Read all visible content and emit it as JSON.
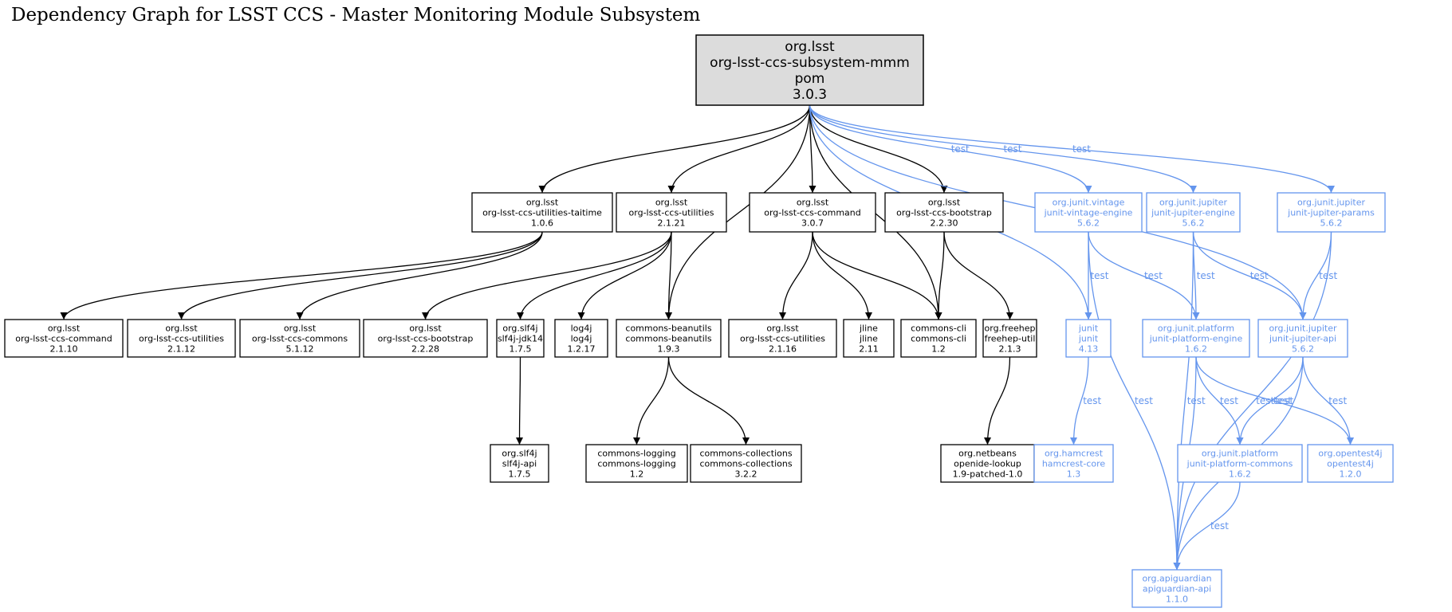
{
  "title": "Dependency Graph for LSST CCS - Master Monitoring Module Subsystem",
  "colors": {
    "compile": "#000000",
    "test": "#6495ed",
    "root_fill": "#dcdcdc"
  },
  "root": {
    "id": "root",
    "lines": [
      "org.lsst",
      "org-lsst-ccs-subsystem-mmm",
      "pom",
      "3.0.3"
    ]
  },
  "nodes": [
    {
      "id": "taitime",
      "lines": [
        "org.lsst",
        "org-lsst-ccs-utilities-taitime",
        "1.0.6"
      ]
    },
    {
      "id": "util2121",
      "lines": [
        "org.lsst",
        "org-lsst-ccs-utilities",
        "2.1.21"
      ]
    },
    {
      "id": "cmd307",
      "lines": [
        "org.lsst",
        "org-lsst-ccs-command",
        "3.0.7"
      ]
    },
    {
      "id": "boot2230",
      "lines": [
        "org.lsst",
        "org-lsst-ccs-bootstrap",
        "2.2.30"
      ]
    },
    {
      "id": "vintage",
      "test": true,
      "lines": [
        "org.junit.vintage",
        "junit-vintage-engine",
        "5.6.2"
      ]
    },
    {
      "id": "jupeng",
      "test": true,
      "lines": [
        "org.junit.jupiter",
        "junit-jupiter-engine",
        "5.6.2"
      ]
    },
    {
      "id": "jupparams",
      "test": true,
      "lines": [
        "org.junit.jupiter",
        "junit-jupiter-params",
        "5.6.2"
      ]
    },
    {
      "id": "cmd2110",
      "lines": [
        "org.lsst",
        "org-lsst-ccs-command",
        "2.1.10"
      ]
    },
    {
      "id": "util2112",
      "lines": [
        "org.lsst",
        "org-lsst-ccs-utilities",
        "2.1.12"
      ]
    },
    {
      "id": "commons5112",
      "lines": [
        "org.lsst",
        "org-lsst-ccs-commons",
        "5.1.12"
      ]
    },
    {
      "id": "boot2228",
      "lines": [
        "org.lsst",
        "org-lsst-ccs-bootstrap",
        "2.2.28"
      ]
    },
    {
      "id": "slf4jjdk",
      "lines": [
        "org.slf4j",
        "slf4j-jdk14",
        "1.7.5"
      ]
    },
    {
      "id": "log4j",
      "lines": [
        "log4j",
        "log4j",
        "1.2.17"
      ]
    },
    {
      "id": "beanutils",
      "lines": [
        "commons-beanutils",
        "commons-beanutils",
        "1.9.3"
      ]
    },
    {
      "id": "util2116",
      "lines": [
        "org.lsst",
        "org-lsst-ccs-utilities",
        "2.1.16"
      ]
    },
    {
      "id": "jline",
      "lines": [
        "jline",
        "jline",
        "2.11"
      ]
    },
    {
      "id": "cli",
      "lines": [
        "commons-cli",
        "commons-cli",
        "1.2"
      ]
    },
    {
      "id": "freehep",
      "lines": [
        "org.freehep",
        "freehep-util",
        "2.1.3"
      ]
    },
    {
      "id": "junit",
      "test": true,
      "lines": [
        "junit",
        "junit",
        "4.13"
      ]
    },
    {
      "id": "platengine",
      "test": true,
      "lines": [
        "org.junit.platform",
        "junit-platform-engine",
        "1.6.2"
      ]
    },
    {
      "id": "jupapi",
      "test": true,
      "lines": [
        "org.junit.jupiter",
        "junit-jupiter-api",
        "5.6.2"
      ]
    },
    {
      "id": "slf4japi",
      "lines": [
        "org.slf4j",
        "slf4j-api",
        "1.7.5"
      ]
    },
    {
      "id": "logging",
      "lines": [
        "commons-logging",
        "commons-logging",
        "1.2"
      ]
    },
    {
      "id": "collections",
      "lines": [
        "commons-collections",
        "commons-collections",
        "3.2.2"
      ]
    },
    {
      "id": "openide",
      "lines": [
        "org.netbeans",
        "openide-lookup",
        "1.9-patched-1.0"
      ]
    },
    {
      "id": "hamcrest",
      "test": true,
      "lines": [
        "org.hamcrest",
        "hamcrest-core",
        "1.3"
      ]
    },
    {
      "id": "platcommons",
      "test": true,
      "lines": [
        "org.junit.platform",
        "junit-platform-commons",
        "1.6.2"
      ]
    },
    {
      "id": "opentest4j",
      "test": true,
      "lines": [
        "org.opentest4j",
        "opentest4j",
        "1.2.0"
      ]
    },
    {
      "id": "apiguardian",
      "test": true,
      "lines": [
        "org.apiguardian",
        "apiguardian-api",
        "1.1.0"
      ]
    }
  ],
  "edges": [
    {
      "from": "root",
      "to": "taitime"
    },
    {
      "from": "root",
      "to": "util2121"
    },
    {
      "from": "root",
      "to": "beanutils"
    },
    {
      "from": "root",
      "to": "cmd307"
    },
    {
      "from": "root",
      "to": "cli"
    },
    {
      "from": "root",
      "to": "boot2230"
    },
    {
      "from": "root",
      "to": "junit",
      "label": "test"
    },
    {
      "from": "root",
      "to": "vintage",
      "label": "test"
    },
    {
      "from": "root",
      "to": "jupeng",
      "label": "test"
    },
    {
      "from": "root",
      "to": "jupapi",
      "label": "test"
    },
    {
      "from": "root",
      "to": "jupparams",
      "label": "test"
    },
    {
      "from": "taitime",
      "to": "cmd2110"
    },
    {
      "from": "taitime",
      "to": "util2112"
    },
    {
      "from": "taitime",
      "to": "commons5112"
    },
    {
      "from": "util2121",
      "to": "boot2228"
    },
    {
      "from": "util2121",
      "to": "slf4jjdk"
    },
    {
      "from": "util2121",
      "to": "log4j"
    },
    {
      "from": "util2121",
      "to": "beanutils"
    },
    {
      "from": "cmd307",
      "to": "util2116"
    },
    {
      "from": "cmd307",
      "to": "jline"
    },
    {
      "from": "cmd307",
      "to": "cli"
    },
    {
      "from": "boot2230",
      "to": "cli"
    },
    {
      "from": "boot2230",
      "to": "freehep"
    },
    {
      "from": "slf4jjdk",
      "to": "slf4japi"
    },
    {
      "from": "beanutils",
      "to": "logging"
    },
    {
      "from": "beanutils",
      "to": "collections"
    },
    {
      "from": "freehep",
      "to": "openide"
    },
    {
      "from": "vintage",
      "to": "junit",
      "label": "test"
    },
    {
      "from": "vintage",
      "to": "platengine",
      "label": "test"
    },
    {
      "from": "vintage",
      "to": "apiguardian",
      "label": "test"
    },
    {
      "from": "jupeng",
      "to": "platengine",
      "label": "test"
    },
    {
      "from": "jupeng",
      "to": "jupapi",
      "label": "test"
    },
    {
      "from": "jupeng",
      "to": "apiguardian",
      "label": "test"
    },
    {
      "from": "jupparams",
      "to": "jupapi",
      "label": "test"
    },
    {
      "from": "jupparams",
      "to": "apiguardian",
      "label": "test"
    },
    {
      "from": "junit",
      "to": "hamcrest",
      "label": "test"
    },
    {
      "from": "platengine",
      "to": "platcommons",
      "label": "test"
    },
    {
      "from": "platengine",
      "to": "opentest4j",
      "label": "test"
    },
    {
      "from": "platengine",
      "to": "apiguardian",
      "label": "test"
    },
    {
      "from": "jupapi",
      "to": "platcommons",
      "label": "test"
    },
    {
      "from": "jupapi",
      "to": "opentest4j",
      "label": "test"
    },
    {
      "from": "jupapi",
      "to": "apiguardian",
      "label": "test"
    },
    {
      "from": "platcommons",
      "to": "apiguardian",
      "label": "test"
    }
  ]
}
